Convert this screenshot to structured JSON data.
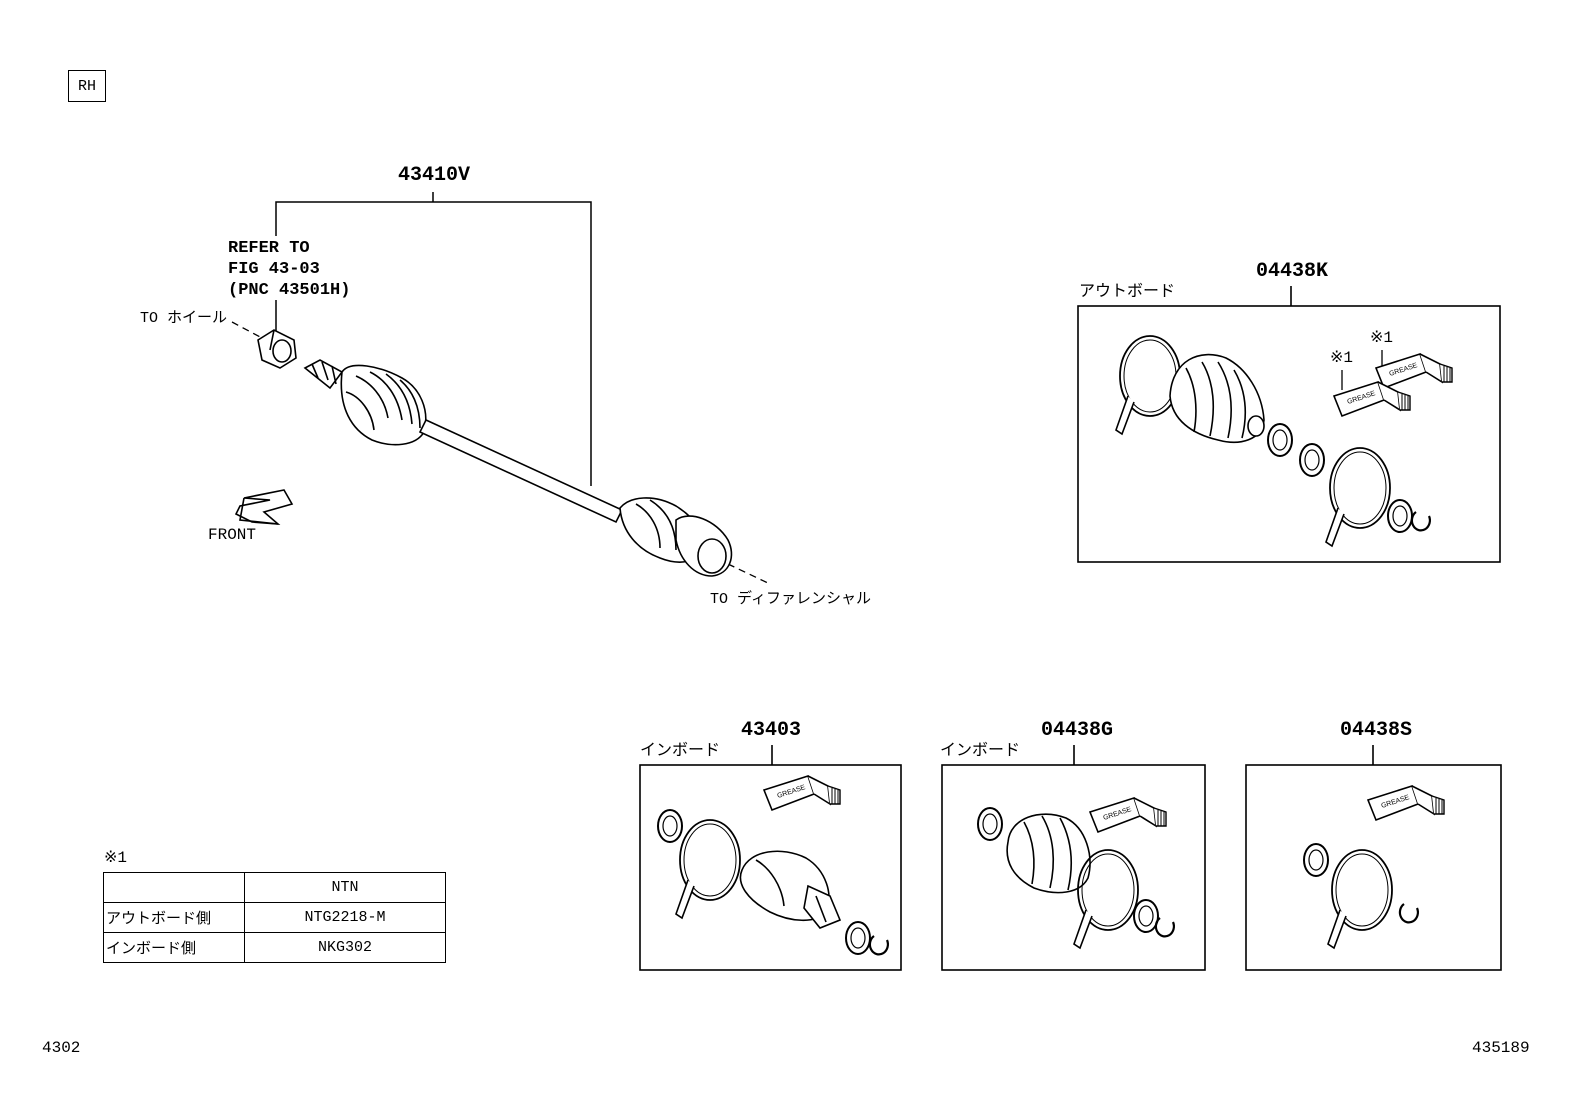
{
  "side_badge": "RH",
  "main_assembly": {
    "part_number": "43410V",
    "refer_lines": [
      "REFER TO",
      "FIG 43-03",
      "(PNC 43501H)"
    ],
    "to_wheel": "TO ホイール",
    "to_differential": "TO ディファレンシャル",
    "front_label": "FRONT"
  },
  "kits": [
    {
      "part_number": "04438K",
      "side_label": "アウトボード",
      "notes": [
        "※1",
        "※1"
      ]
    },
    {
      "part_number": "43403",
      "side_label": "インボード"
    },
    {
      "part_number": "04438G",
      "side_label": "インボード"
    },
    {
      "part_number": "04438S",
      "side_label": ""
    }
  ],
  "spec_table": {
    "note": "※1",
    "rows": [
      [
        "",
        "NTN"
      ],
      [
        "アウトボード側",
        "NTG2218-M"
      ],
      [
        "インボード側",
        "NKG302"
      ]
    ]
  },
  "footer": {
    "left_code": "4302",
    "right_code": "435189"
  }
}
